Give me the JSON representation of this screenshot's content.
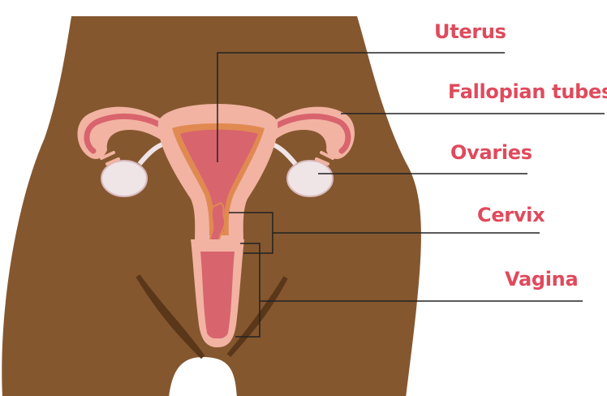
{
  "labels": {
    "uterus": "Uterus",
    "fallopian_tubes": "Fallopian tubes",
    "ovaries": "Ovaries",
    "cervix": "Cervix",
    "vagina": "Vagina"
  },
  "colors": {
    "skin": "#85572f",
    "skin_shadow": "#5e3a1c",
    "organ_outer": "#f2b3a2",
    "organ_inner": "#d8646e",
    "organ_lining": "#e08a52",
    "ovary": "#efe4e6",
    "label": "#e04a5c",
    "leader_line": "#222222"
  }
}
